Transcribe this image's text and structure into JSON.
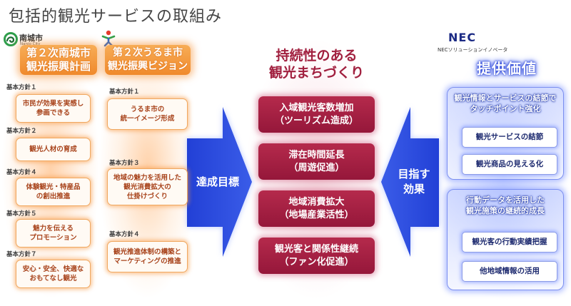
{
  "title": "包括的観光サービスの取組み",
  "nanjo": {
    "logo_icon": "nanjo-city-swirl-logo",
    "logo_name": "南城市",
    "logo_sub": "Nanjo City",
    "heading": [
      "第２次南城市",
      "観光振興計画"
    ],
    "policies": [
      {
        "label": "基本方針１",
        "lines": [
          "市民が効果を実感し",
          "参画できる"
        ]
      },
      {
        "label": "基本方針２",
        "lines": [
          "観光人材の育成"
        ]
      },
      {
        "label": "基本方針４",
        "lines": [
          "体験観光・特産品",
          "の創出推進"
        ]
      },
      {
        "label": "基本方針５",
        "lines": [
          "魅力を伝える",
          "プロモーション"
        ]
      },
      {
        "label": "基本方針７",
        "lines": [
          "安心・安全、快適な",
          "おもてなし観光"
        ]
      }
    ]
  },
  "uruma": {
    "logo_icon": "uruma-city-figure-logo",
    "heading": [
      "第２次うるま市",
      "観光振興ビジョン"
    ],
    "policies": [
      {
        "label": "基本方針１",
        "lines": [
          "うるま市の",
          "統一イメージ形成"
        ]
      },
      {
        "label": "基本方針３",
        "lines": [
          "地域の魅力を活用した",
          "観光消費拡大の",
          "仕掛けづくり"
        ]
      },
      {
        "label": "基本方針４",
        "lines": [
          "観光推進体制の構築と",
          "マーケティングの推進"
        ]
      }
    ]
  },
  "arrow_right": {
    "icon": "right-arrow",
    "label": "達成目標"
  },
  "center": {
    "heading": [
      "持続性のある",
      "観光まちづくり"
    ],
    "goals": [
      {
        "lines": [
          "入域観光客数増加",
          "（ツーリズム造成）"
        ]
      },
      {
        "lines": [
          "滞在時間延長",
          "（周遊促進）"
        ]
      },
      {
        "lines": [
          "地域消費拡大",
          "（地場産業活性）"
        ]
      },
      {
        "lines": [
          "観光客と関係性継続",
          "（ファン化促進）"
        ]
      }
    ]
  },
  "arrow_left": {
    "icon": "left-arrow",
    "lines": [
      "目指す",
      "効果"
    ]
  },
  "nec": {
    "logo": "NEC",
    "company": "NECソリューションイノベータ",
    "heading": "提供価値",
    "groups": [
      {
        "title": [
          "観光情報とサービスの結節で",
          "タッチポイント強化"
        ],
        "items": [
          "観光サービスの結節",
          "観光商品の見える化"
        ]
      },
      {
        "title": [
          "行動データを活用した",
          "観光施策の継続的成長"
        ],
        "items": [
          "観光客の行動実績把握",
          "他地域情報の活用"
        ]
      }
    ]
  },
  "colors": {
    "orange": "#f39a3d",
    "orange_text": "#a8431b",
    "maroon": "#a1203f",
    "blue": "#2a47d9",
    "navy": "#1e2b70"
  }
}
